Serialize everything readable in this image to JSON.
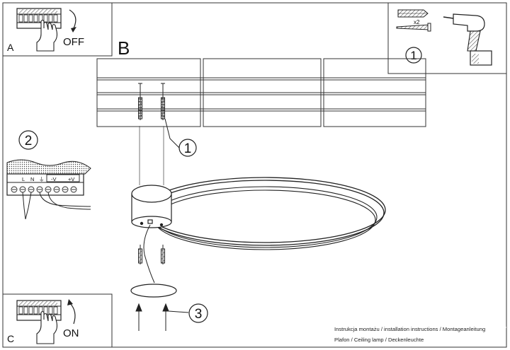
{
  "panels": {
    "a": {
      "letter": "A",
      "action": "OFF"
    },
    "b": {
      "letter": "B"
    },
    "c": {
      "letter": "C",
      "action": "ON"
    }
  },
  "callouts": {
    "tools_step": "1",
    "wiring_step": "2",
    "screw_step": "1",
    "fixing_step": "3",
    "anchor_quantity": "x2"
  },
  "terminal_labels": [
    "L",
    "N",
    "⏚",
    "-V",
    "+V"
  ],
  "footer": {
    "line1": "Instrukcja montażu / installation instructions / Montageanleitung",
    "line2": "Plafon / Ceiling lamp / Deckenleuchte"
  }
}
